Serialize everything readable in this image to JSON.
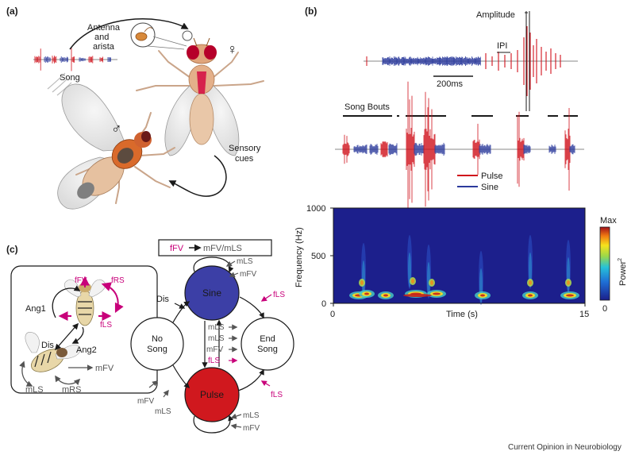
{
  "panel_a": {
    "label": "(a)",
    "song": "Song",
    "antenna_line1": "Antenna",
    "antenna_line2": "and",
    "antenna_line3": "arista",
    "female_symbol": "♀",
    "male_symbol": "♂",
    "sensory_line1": "Sensory",
    "sensory_line2": "cues"
  },
  "panel_b": {
    "label": "(b)",
    "amplitude": "Amplitude",
    "ipi": "IPI",
    "scale_bar": "200ms",
    "song_bouts": "Song Bouts",
    "legend_pulse": "Pulse",
    "legend_sine": "Sine",
    "spectrogram": {
      "ylabel": "Frequency (Hz)",
      "xlabel": "Time (s)",
      "y_ticks": [
        "0",
        "500",
        "1000"
      ],
      "x_ticks": [
        "0",
        "15"
      ],
      "colorbar_max": "Max",
      "colorbar_min": "0",
      "colorbar_label": "Power",
      "colorbar_exp": "2"
    }
  },
  "panel_c": {
    "label": "(c)",
    "header_fFV": "fFV",
    "header_rest": "mFV/mLS",
    "fly_labels": {
      "fFV": "fFV",
      "fRS": "fRS",
      "fLS": "fLS",
      "ang1": "Ang1",
      "ang2": "Ang2",
      "dis": "Dis",
      "mFV": "mFV",
      "mLS": "mLS",
      "mRS": "mRS"
    },
    "states": {
      "sine": "Sine",
      "pulse": "Pulse",
      "no_song_1": "No",
      "no_song_2": "Song",
      "end_song_1": "End",
      "end_song_2": "Song"
    },
    "cues": {
      "top_mLS": "mLS",
      "top_mFV": "mFV",
      "dis": "Dis",
      "sine_fLS": "fLS",
      "mid_mLS": "mLS",
      "mid_mFV": "mFV",
      "mid_fLS": "fLS",
      "left_mFV": "mFV",
      "left_mLS": "mLS",
      "pulse_fLS": "fLS",
      "bot_mLS": "mLS",
      "bot_mFV": "mFV"
    }
  },
  "credit": "Current Opinion in Neurobiology",
  "colors": {
    "pulse": "#d0111b",
    "sine": "#2b3a9c",
    "magenta": "#c8007a",
    "sine_node": "#3c3fa6",
    "pulse_node": "#d0181e",
    "fly_red": "#d2003c",
    "male_orange": "#d96a2b"
  }
}
